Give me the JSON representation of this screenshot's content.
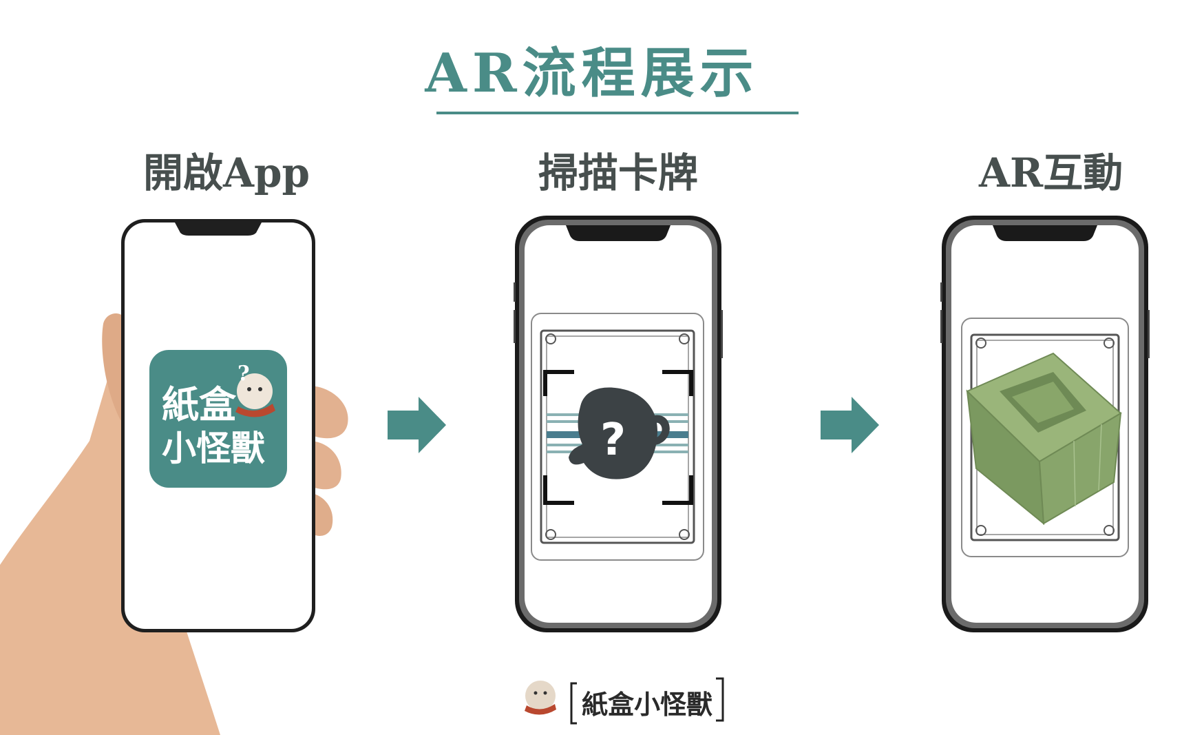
{
  "title": "AR流程展示",
  "steps": [
    {
      "label": "開啟App"
    },
    {
      "label": "掃描卡牌"
    },
    {
      "label": "AR互動"
    }
  ],
  "app_icon": {
    "line1": "紙盒",
    "line2": "小怪獸",
    "mark": "?"
  },
  "scan_card": {
    "mark": "?"
  },
  "brand": {
    "name": "紙盒小怪獸"
  },
  "colors": {
    "accent": "#4a8c87",
    "label": "#474f4e",
    "box_green": "#84a165"
  }
}
